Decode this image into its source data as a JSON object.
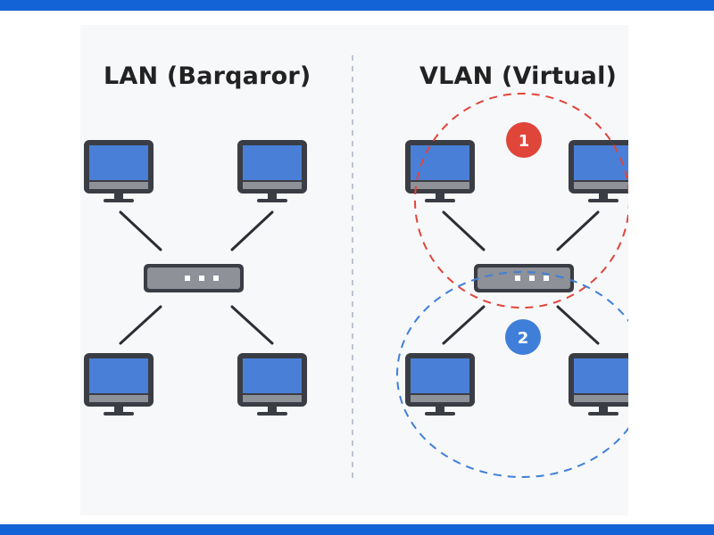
{
  "diagram": {
    "lan": {
      "title": "LAN (Barqaror)"
    },
    "vlan": {
      "title": "VLAN (Virtual)",
      "groups": [
        {
          "label": "1",
          "color": "#e0453a"
        },
        {
          "label": "2",
          "color": "#3f7fd9"
        }
      ]
    }
  },
  "colors": {
    "frame_bar": "#1463d6",
    "screen": "#4a7fd8",
    "outline": "#3a3d44",
    "switch_body": "#8e9198",
    "separator": "#a9b4c6"
  },
  "icons": {
    "computer": "computer-icon",
    "switch": "network-switch-icon"
  }
}
